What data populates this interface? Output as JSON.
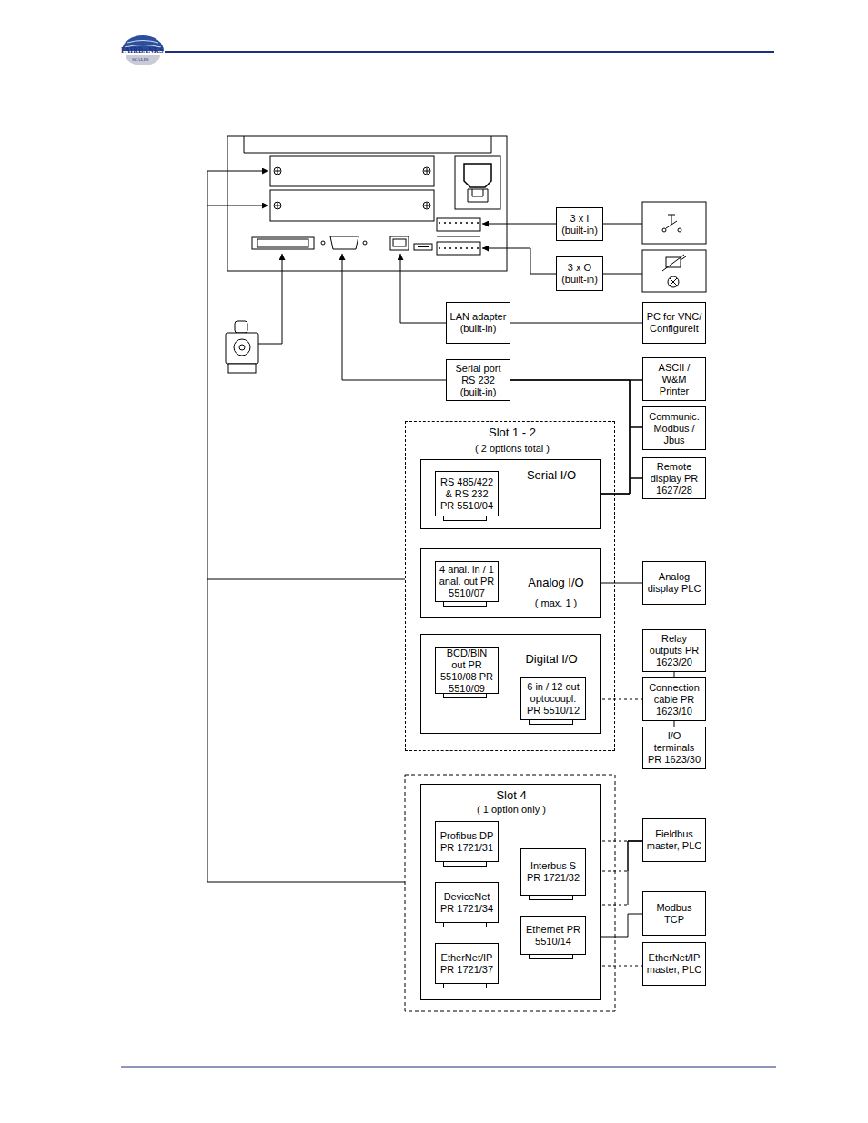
{
  "diagram": {
    "nodes": [
      {
        "text": [
          "3 x I (built-in)"
        ]
      },
      {
        "text": [
          "3 x O (built-in)"
        ]
      },
      {
        "text": [
          "LAN adapter (built-in)"
        ]
      },
      {
        "text": [
          "PC for VNC/ ConfigureIt"
        ]
      },
      {
        "text": [
          "Serial port RS 232 (built-in)"
        ]
      },
      {
        "text": [
          "ASCII / W&M Printer"
        ]
      },
      {
        "text": [
          "Communic. Modbus / Jbus"
        ]
      },
      {
        "text": [
          "Remote display PR 1627/28"
        ]
      },
      {
        "text": [
          "Slot 1 - 2",
          "( 2 options total )"
        ]
      },
      {
        "text": [
          "Serial I/O"
        ],
        "in": 8
      },
      {
        "text": [
          "RS 485/422 & RS 232 PR 5510/04"
        ],
        "in": 9
      },
      {
        "text": [
          "Analog I/O",
          "( max. 1 )"
        ],
        "in": 8
      },
      {
        "text": [
          "4 anal. in / 1 anal. out PR 5510/07"
        ],
        "in": 11
      },
      {
        "text": [
          "Analog display PLC"
        ]
      },
      {
        "text": [
          "Digital I/O"
        ],
        "in": 8
      },
      {
        "text": [
          "BCD/BIN out PR 5510/08 PR 5510/09"
        ],
        "in": 14
      },
      {
        "text": [
          "6 in / 12 out optocoupl. PR 5510/12"
        ],
        "in": 14
      },
      {
        "text": [
          "Relay outputs PR 1623/20"
        ]
      },
      {
        "text": [
          "Connection cable PR 1623/10"
        ]
      },
      {
        "text": [
          "I/O terminals PR 1623/30"
        ]
      },
      {
        "text": [
          "Slot 4",
          "( 1 option only )"
        ]
      },
      {
        "text": [
          "Profibus DP PR 1721/31"
        ],
        "in": 20
      },
      {
        "text": [
          "Interbus S PR 1721/32"
        ],
        "in": 20
      },
      {
        "text": [
          "DeviceNet PR 1721/34"
        ],
        "in": 20
      },
      {
        "text": [
          "Ethernet PR 5510/14"
        ],
        "in": 20
      },
      {
        "text": [
          "EtherNet/IP PR 1721/37"
        ],
        "in": 20
      },
      {
        "text": [
          "Fieldbus master, PLC"
        ]
      },
      {
        "text": [
          "Modbus TCP"
        ]
      },
      {
        "text": [
          "EtherNet/IP master, PLC"
        ]
      }
    ],
    "edges": [
      {
        "from": 2,
        "to": 3,
        "arrow": "none"
      },
      {
        "from": 4,
        "to": 5,
        "arrow": "none"
      },
      {
        "from": 4,
        "to": 6,
        "arrow": "none"
      },
      {
        "from": 4,
        "to": 7,
        "arrow": "none"
      },
      {
        "from": 9,
        "to": 5,
        "arrow": "none"
      },
      {
        "from": 9,
        "to": 6,
        "arrow": "none"
      },
      {
        "from": 9,
        "to": 7,
        "arrow": "none"
      },
      {
        "from": 11,
        "to": 13,
        "arrow": "none"
      },
      {
        "from": 16,
        "to": 18,
        "arrow": "none"
      },
      {
        "from": 17,
        "to": 18,
        "arrow": "none"
      },
      {
        "from": 18,
        "to": 19,
        "arrow": "none"
      },
      {
        "from": 21,
        "to": 26,
        "arrow": "none"
      },
      {
        "from": 22,
        "to": 26,
        "arrow": "none"
      },
      {
        "from": 23,
        "to": 26,
        "arrow": "none"
      },
      {
        "from": 24,
        "to": 27,
        "arrow": "none"
      },
      {
        "from": 25,
        "to": 28,
        "arrow": "none"
      }
    ],
    "labels": [
      "FAIRBANKS",
      "SCALES"
    ]
  }
}
